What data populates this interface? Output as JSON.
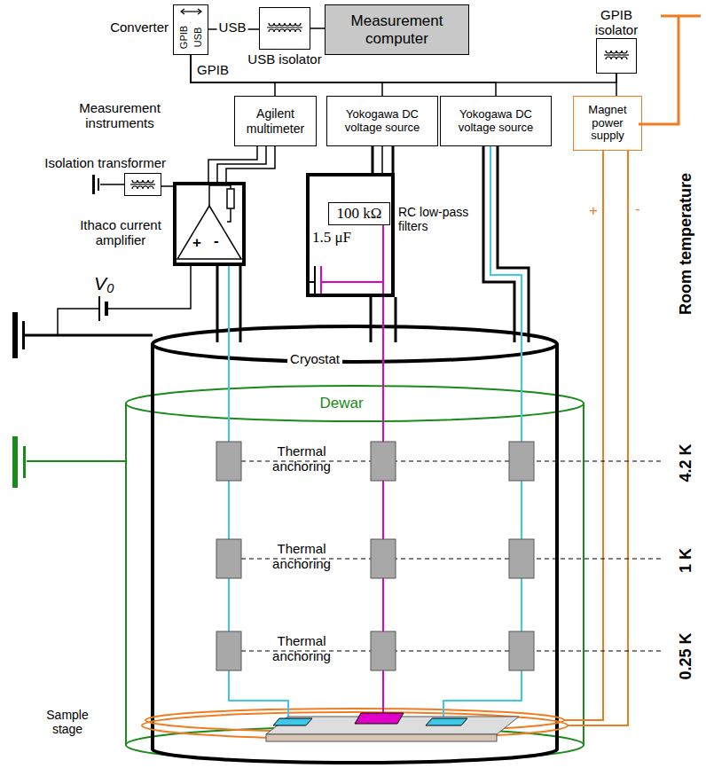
{
  "diagram": {
    "nodes": [
      {
        "text": [
          "Converter",
          "GPIB",
          "USB"
        ]
      },
      {
        "text": [
          "Measurement computer"
        ]
      },
      {
        "text": [
          "USB isolator"
        ]
      },
      {
        "text": [
          "GPIB isolator"
        ]
      },
      {
        "text": [
          "Agilent multimeter"
        ]
      },
      {
        "text": [
          "Yokogawa DC voltage source"
        ]
      },
      {
        "text": [
          "Yokogawa DC voltage source"
        ]
      },
      {
        "text": [
          "Magnet power supply"
        ]
      },
      {
        "text": [
          "Ithaco current amplifier"
        ]
      },
      {
        "text": [
          "Isolation transformer"
        ]
      },
      {
        "text": [
          "RC low-pass filters"
        ]
      },
      {
        "text": [
          "100 kΩ"
        ],
        "in": 10
      }
    ],
    "edges": [
      {
        "from": 0,
        "to": 2,
        "arrow": "none",
        "label": "USB"
      },
      {
        "from": 2,
        "to": 1,
        "arrow": "none"
      },
      {
        "from": 0,
        "to": 4,
        "arrow": "none",
        "label": "GPIB"
      },
      {
        "from": 0,
        "to": 5,
        "arrow": "none"
      },
      {
        "from": 0,
        "to": 6,
        "arrow": "none"
      },
      {
        "from": 0,
        "to": 3,
        "arrow": "none"
      },
      {
        "from": 3,
        "to": 7,
        "arrow": "none"
      },
      {
        "from": 4,
        "to": 8,
        "arrow": "none"
      },
      {
        "from": 9,
        "to": 8,
        "arrow": "none"
      },
      {
        "from": 5,
        "to": 10,
        "arrow": "none"
      }
    ],
    "labels": [
      "Measurement instruments",
      "+",
      "-",
      "V₀",
      "1.5 μF",
      "Cryostat",
      "Dewar",
      "Thermal anchoring",
      "Thermal anchoring",
      "Thermal anchoring",
      "4.2 K",
      "1 K",
      "0.25 K",
      "Room temperature",
      "+",
      "-",
      "Sample stage"
    ]
  }
}
